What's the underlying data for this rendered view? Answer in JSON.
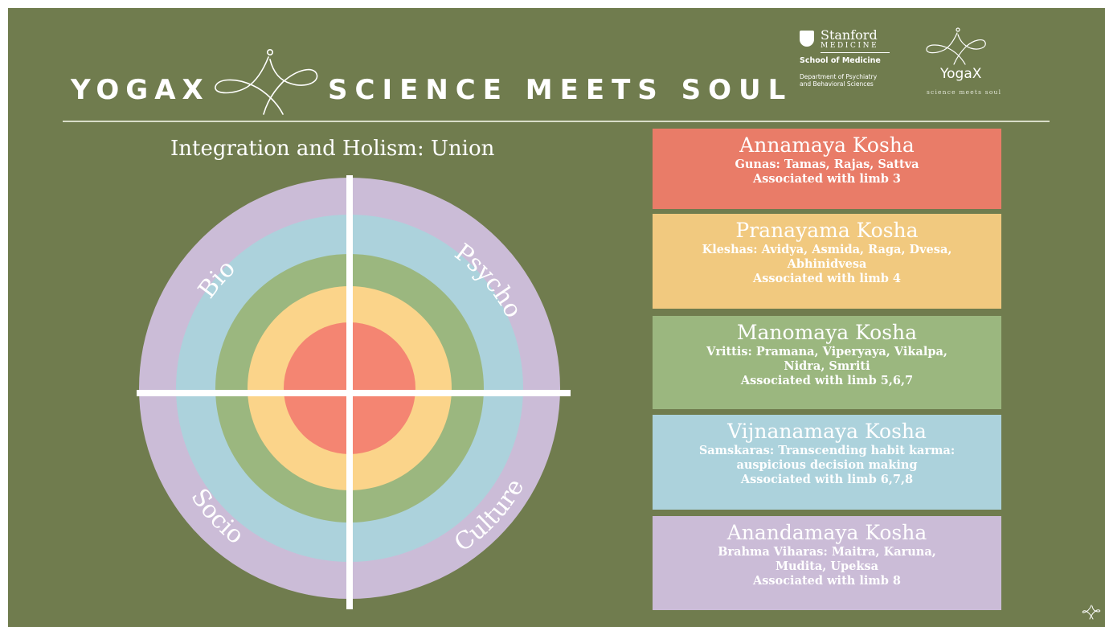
{
  "header": {
    "brand_left": "YOGAX",
    "brand_right": "SCIENCE MEETS SOUL",
    "stanford_name": "Stanford",
    "stanford_sub": "MEDICINE",
    "school": "School of Medicine",
    "department_line1": "Department of Psychiatry",
    "department_line2": "and Behavioral Sciences",
    "yogax_word": "YogaX",
    "yogax_tagline": "science meets soul"
  },
  "diagram": {
    "title": "Integration and Holism: Union",
    "quadrant_labels": {
      "top_left": "Bio",
      "top_right": "Psycho",
      "bottom_left": "Socio",
      "bottom_right": "Culture"
    },
    "ring_colors_outer_to_inner": [
      "#cbbcd7",
      "#acd2dc",
      "#9bb77f",
      "#fbd48a",
      "#f48572"
    ]
  },
  "koshas": [
    {
      "name": "Annamaya Kosha",
      "lines": [
        "Gunas: Tamas, Rajas, Sattva",
        "Associated with limb 3"
      ],
      "color": "#e97c68"
    },
    {
      "name": "Pranayama Kosha",
      "lines": [
        "Kleshas: Avidya, Asmida, Raga, Dvesa,",
        "Abhinidvesa",
        "Associated with limb 4"
      ],
      "color": "#f1c97f"
    },
    {
      "name": "Manomaya Kosha",
      "lines": [
        "Vrittis: Pramana, Viperyaya, Vikalpa,",
        "Nidra, Smriti",
        "Associated with limb 5,6,7"
      ],
      "color": "#9bb77f"
    },
    {
      "name": "Vijnanamaya Kosha",
      "lines": [
        "Samskaras: Transcending habit karma:",
        "auspicious decision making",
        "Associated with limb 6,7,8"
      ],
      "color": "#acd2dc"
    },
    {
      "name": "Anandamaya Kosha",
      "lines": [
        "Brahma Viharas: Maitra, Karuna,",
        "Mudita, Upeksa",
        "Associated with limb 8"
      ],
      "color": "#cbbcd7"
    }
  ]
}
